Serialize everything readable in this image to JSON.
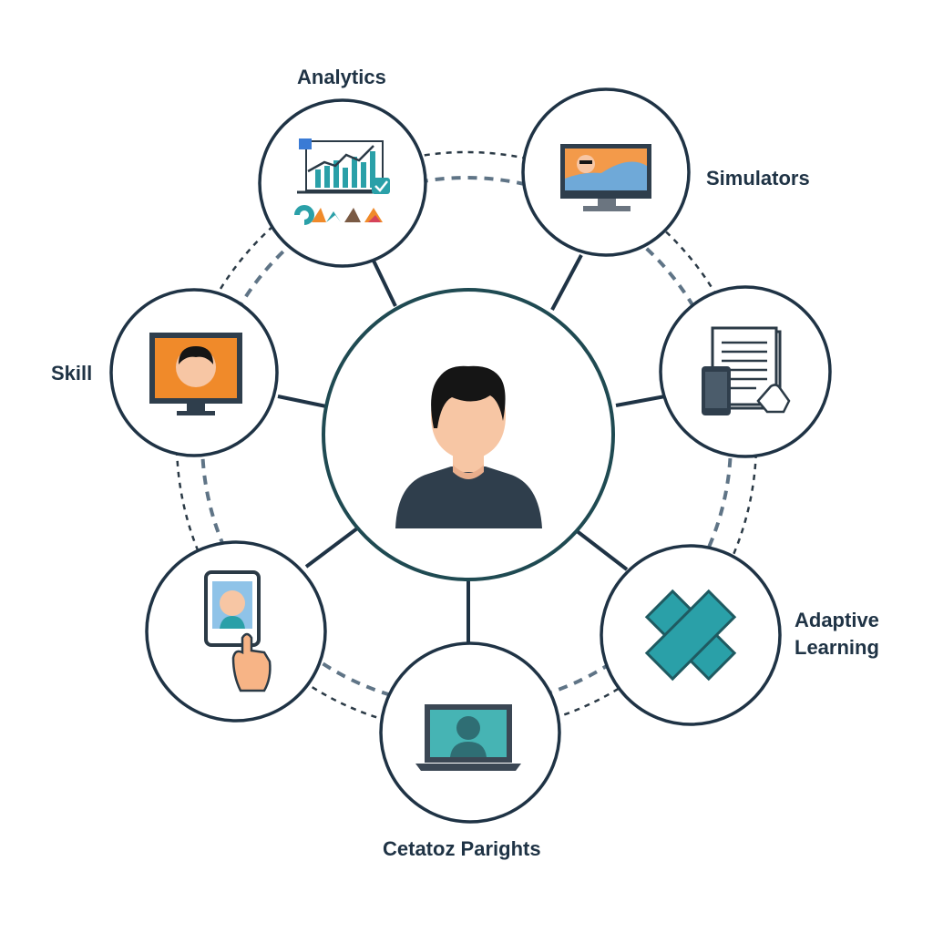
{
  "labels": {
    "analytics": "Analytics",
    "simulators": "Simulators",
    "skill": "Skill",
    "adaptive_line1": "Adaptive",
    "adaptive_line2": "Learning",
    "bottom": "Cetatoz Parights"
  },
  "colors": {
    "ring": "#1f3345",
    "dash_outer": "#2b3a46",
    "dash_inner": "#5f7486",
    "teal": "#2aa0a8",
    "orange": "#f08a2a",
    "skin": "#f7c6a4",
    "shirt": "#2f3e4c",
    "hair": "#151515"
  },
  "nodes": [
    {
      "id": "analytics",
      "icon": "analytics-chart-icon"
    },
    {
      "id": "simulators",
      "icon": "simulator-monitor-icon"
    },
    {
      "id": "skill",
      "icon": "skill-monitor-icon"
    },
    {
      "id": "document",
      "icon": "document-tablet-icon"
    },
    {
      "id": "mobile",
      "icon": "mobile-touch-icon"
    },
    {
      "id": "adaptive",
      "icon": "adaptive-x-icon"
    },
    {
      "id": "bottom",
      "icon": "laptop-profile-icon"
    }
  ],
  "center": {
    "icon": "user-avatar-icon"
  }
}
